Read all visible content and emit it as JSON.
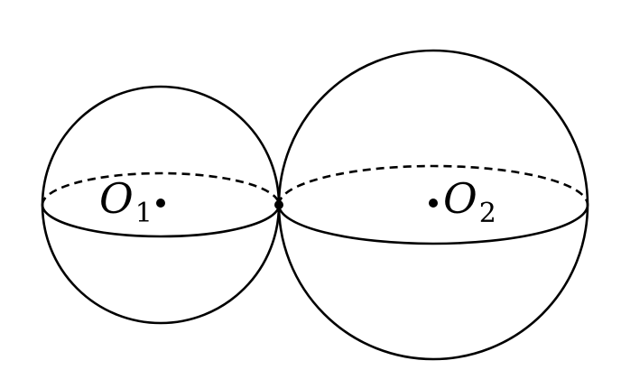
{
  "colors": {
    "stroke": "#000000",
    "background": "#ffffff"
  },
  "labels": {
    "o1": {
      "main": "O",
      "sub": "1"
    },
    "o2": {
      "main": "O",
      "sub": "2"
    }
  }
}
